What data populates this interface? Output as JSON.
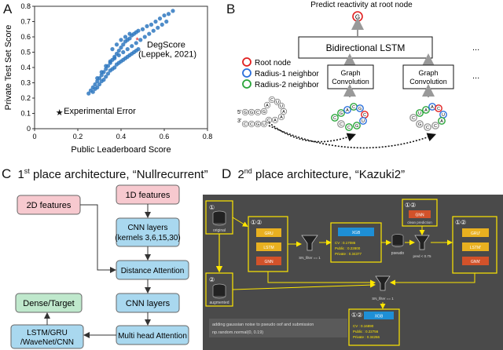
{
  "panels": {
    "A": {
      "letter": "A",
      "chart_data": {
        "type": "scatter",
        "xlabel": "Public Leaderboard Score",
        "ylabel": "Private Test Set Score",
        "xlim": [
          0,
          0.8
        ],
        "ylim": [
          0,
          0.8
        ],
        "xticks": [
          "0",
          "0.2",
          "0.4",
          "0.6",
          "0.8"
        ],
        "yticks": [
          "0",
          "0.1",
          "0.2",
          "0.3",
          "0.4",
          "0.5",
          "0.6",
          "0.7",
          "0.8"
        ],
        "grid": false,
        "series": [
          {
            "name": "",
            "points": [
              [
                0.25,
                0.23
              ],
              [
                0.26,
                0.25
              ],
              [
                0.27,
                0.27
              ],
              [
                0.28,
                0.29
              ],
              [
                0.29,
                0.31
              ],
              [
                0.3,
                0.33
              ],
              [
                0.31,
                0.35
              ],
              [
                0.32,
                0.37
              ],
              [
                0.33,
                0.39
              ],
              [
                0.34,
                0.41
              ],
              [
                0.35,
                0.43
              ],
              [
                0.36,
                0.45
              ],
              [
                0.37,
                0.47
              ],
              [
                0.38,
                0.49
              ],
              [
                0.39,
                0.51
              ],
              [
                0.4,
                0.53
              ],
              [
                0.41,
                0.55
              ],
              [
                0.42,
                0.57
              ],
              [
                0.43,
                0.58
              ],
              [
                0.44,
                0.59
              ],
              [
                0.45,
                0.61
              ],
              [
                0.46,
                0.62
              ],
              [
                0.47,
                0.63
              ],
              [
                0.48,
                0.64
              ],
              [
                0.5,
                0.65
              ],
              [
                0.52,
                0.67
              ],
              [
                0.54,
                0.68
              ],
              [
                0.56,
                0.7
              ],
              [
                0.58,
                0.72
              ],
              [
                0.6,
                0.74
              ],
              [
                0.62,
                0.75
              ],
              [
                0.64,
                0.77
              ],
              [
                0.27,
                0.24
              ],
              [
                0.28,
                0.26
              ],
              [
                0.29,
                0.27
              ],
              [
                0.3,
                0.29
              ],
              [
                0.31,
                0.31
              ],
              [
                0.32,
                0.32
              ],
              [
                0.33,
                0.34
              ],
              [
                0.34,
                0.36
              ],
              [
                0.35,
                0.38
              ],
              [
                0.36,
                0.39
              ],
              [
                0.37,
                0.4
              ],
              [
                0.38,
                0.42
              ],
              [
                0.39,
                0.43
              ],
              [
                0.4,
                0.44
              ],
              [
                0.41,
                0.45
              ],
              [
                0.42,
                0.46
              ],
              [
                0.43,
                0.47
              ],
              [
                0.44,
                0.48
              ],
              [
                0.45,
                0.49
              ],
              [
                0.46,
                0.5
              ],
              [
                0.47,
                0.51
              ],
              [
                0.48,
                0.52
              ],
              [
                0.36,
                0.52
              ],
              [
                0.38,
                0.55
              ],
              [
                0.4,
                0.58
              ],
              [
                0.42,
                0.6
              ],
              [
                0.44,
                0.62
              ],
              [
                0.29,
                0.33
              ],
              [
                0.31,
                0.37
              ],
              [
                0.33,
                0.41
              ],
              [
                0.35,
                0.44
              ],
              [
                0.37,
                0.46
              ],
              [
                0.39,
                0.48
              ],
              [
                0.41,
                0.5
              ],
              [
                0.43,
                0.52
              ],
              [
                0.45,
                0.54
              ],
              [
                0.47,
                0.56
              ],
              [
                0.49,
                0.58
              ],
              [
                0.51,
                0.6
              ],
              [
                0.53,
                0.62
              ],
              [
                0.55,
                0.64
              ],
              [
                0.57,
                0.66
              ],
              [
                0.59,
                0.68
              ],
              [
                0.61,
                0.7
              ]
            ]
          },
          {
            "name": "",
            "points": [
              [
                0.475,
                0.58
              ]
            ]
          },
          {
            "name": "",
            "points": [
              [
                0.115,
                0.107
              ]
            ]
          }
        ],
        "annotations": [
          "DegScore",
          "(Leppek, 2021)",
          "Experimental Error"
        ]
      }
    },
    "B": {
      "letter": "B",
      "top_text": "Predict reactivity at root node",
      "output_node": "G",
      "lstm_label": "Bidirectional LSTM",
      "gc1_label_1": "Graph",
      "gc1_label_2": "Convolution",
      "gc2_label_1": "Graph",
      "gc2_label_2": "Convolution",
      "ellipsis_1": "...",
      "ellipsis_2": "...",
      "legend": [
        {
          "label": "Root node",
          "color": "#e02020"
        },
        {
          "label": "Radius-1 neighbor",
          "color": "#2a6fdb"
        },
        {
          "label": "Radius-2 neighbor",
          "color": "#2aa53a"
        }
      ],
      "strand_5": "5'",
      "strand_3": "3'",
      "seq_bases": [
        "G",
        "G",
        "C",
        "G",
        "A",
        "C",
        "U",
        "U",
        "A",
        "A",
        "A",
        "C",
        "U",
        "G",
        "C",
        "C"
      ],
      "node1_bases": [
        "C",
        "G",
        "A",
        "C",
        "G",
        "C",
        "U",
        "G",
        "C",
        "C"
      ],
      "node2_bases": [
        "C",
        "U",
        "A",
        "A",
        "C",
        "U",
        "A",
        "C",
        "C",
        "G"
      ]
    },
    "C": {
      "letter": "C",
      "title_prefix": "1",
      "title_sup": "st",
      "title_suffix": " place architecture, “Nullrecurrent”",
      "boxes": {
        "features_1d": "1D features",
        "features_2d": "2D features",
        "cnn1_l1": "CNN layers",
        "cnn1_l2": "(kernels 3,6,15,30)",
        "distance_attention": "Distance Attention",
        "cnn2": "CNN layers",
        "multihead": "Multi head Attention",
        "dense": "Dense/Target",
        "lstm_l1": "LSTM/GRU",
        "lstm_l2": "/WaveNet/CNN"
      }
    },
    "D": {
      "letter": "D",
      "title_prefix": "2",
      "title_sup": "nd",
      "title_suffix": " place architecture, “Kazuki2”",
      "original": "original",
      "augmented": "augmented",
      "circ1": "①",
      "circ2": "②",
      "circ12a": "①②",
      "circ12b": "①②",
      "circ12c": "①②",
      "circ12d": "①②",
      "gru": "GRU",
      "lstm": "LSTM",
      "gnn": "GNN",
      "xgb": "XGB",
      "xgb2": "XGB",
      "gnn_clean": "GNN",
      "clean_prediction": "clean prediction",
      "sn_filter_1": "SN_filter == 1",
      "sn_filter_2": "SN_filter == 1",
      "pseudo": "pseudo",
      "pred_filter": "pred < 0.75",
      "gru2": "GRU'",
      "lstm2": "LSTM'",
      "gnn2": "GNN'",
      "cv_block1": [
        "CV       :  0.17086",
        "Public   :  0.22800",
        "Private  :  0.34377"
      ],
      "cv_block2": [
        "CV       :  0.16890",
        "Public   :  0.22756",
        "Private  :  0.34266"
      ],
      "noise_l1": "adding gaussian noise to pseudo oof and submission",
      "noise_l2": "np.random.normal(0, 0.19)"
    }
  }
}
